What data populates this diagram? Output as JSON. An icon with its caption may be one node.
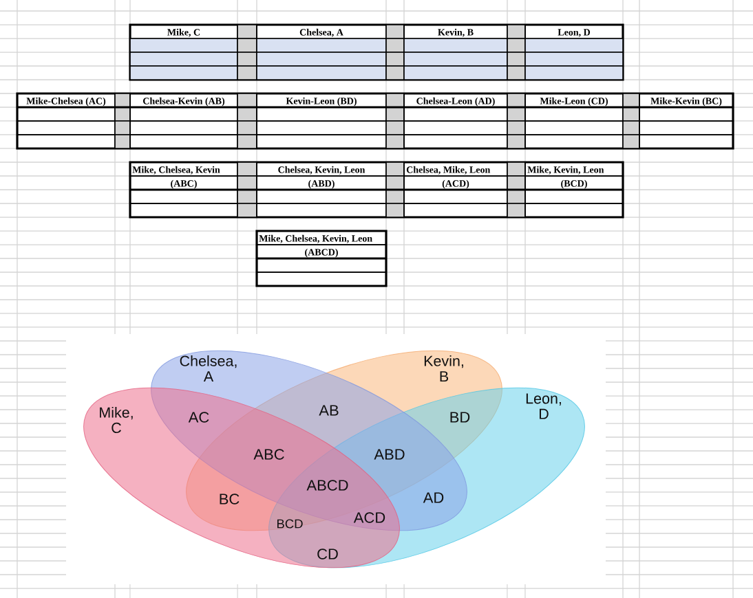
{
  "diagram": {
    "nodes": [
      {
        "text": [
          "Chelsea, A"
        ]
      },
      {
        "text": [
          "Kevin, B"
        ]
      },
      {
        "text": [
          "Mike, C"
        ]
      },
      {
        "text": [
          "Leon, D"
        ]
      }
    ],
    "labels": [
      "Mike, C",
      "Chelsea, A",
      "Kevin, B",
      "Leon, D",
      "Mike-Chelsea (AC)",
      "Chelsea-Kevin (AB)",
      "Kevin-Leon (BD)",
      "Chelsea-Leon (AD)",
      "Mike-Leon (CD)",
      "Mike-Kevin (BC)",
      "Mike, Chelsea, Kevin",
      "Chelsea, Kevin, Leon",
      "Chelsea, Mike, Leon",
      "Mike, Kevin, Leon",
      "(ABC)",
      "(ABD)",
      "(ACD)",
      "(BCD)",
      "Mike, Chelsea, Kevin, Leon",
      "(ABCD)",
      "AC",
      "AB",
      "BD",
      "ABC",
      "ABD",
      "ABCD",
      "BC",
      "AD",
      "BCD",
      "ACD",
      "CD"
    ]
  }
}
